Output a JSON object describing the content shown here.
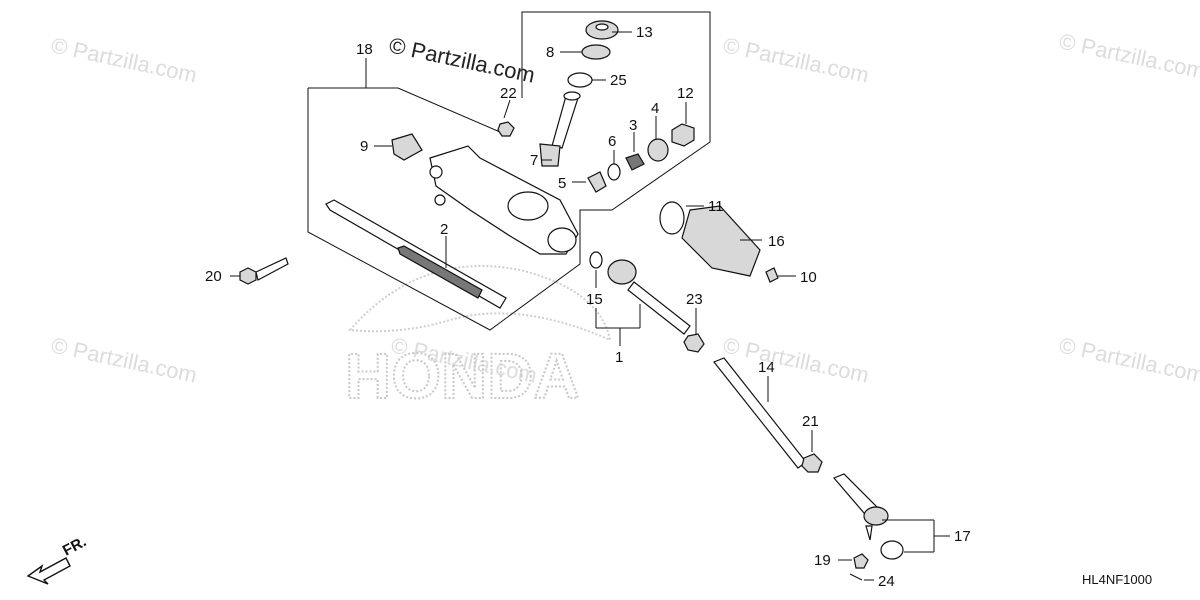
{
  "watermark": {
    "text": "© Partzilla.com",
    "brand": "HONDA"
  },
  "diagram_code": "HL4NF1000",
  "front_indicator": "FR.",
  "callouts": [
    {
      "id": "c1",
      "label": "1"
    },
    {
      "id": "c2",
      "label": "2"
    },
    {
      "id": "c3",
      "label": "3"
    },
    {
      "id": "c4",
      "label": "4"
    },
    {
      "id": "c5",
      "label": "5"
    },
    {
      "id": "c6",
      "label": "6"
    },
    {
      "id": "c7",
      "label": "7"
    },
    {
      "id": "c8",
      "label": "8"
    },
    {
      "id": "c9",
      "label": "9"
    },
    {
      "id": "c10",
      "label": "10"
    },
    {
      "id": "c11",
      "label": "11"
    },
    {
      "id": "c12",
      "label": "12"
    },
    {
      "id": "c13",
      "label": "13"
    },
    {
      "id": "c14",
      "label": "14"
    },
    {
      "id": "c15",
      "label": "15"
    },
    {
      "id": "c16",
      "label": "16"
    },
    {
      "id": "c17",
      "label": "17"
    },
    {
      "id": "c18",
      "label": "18"
    },
    {
      "id": "c19",
      "label": "19"
    },
    {
      "id": "c20",
      "label": "20"
    },
    {
      "id": "c21",
      "label": "21"
    },
    {
      "id": "c22",
      "label": "22"
    },
    {
      "id": "c23",
      "label": "23"
    },
    {
      "id": "c24",
      "label": "24"
    },
    {
      "id": "c25",
      "label": "25"
    }
  ]
}
